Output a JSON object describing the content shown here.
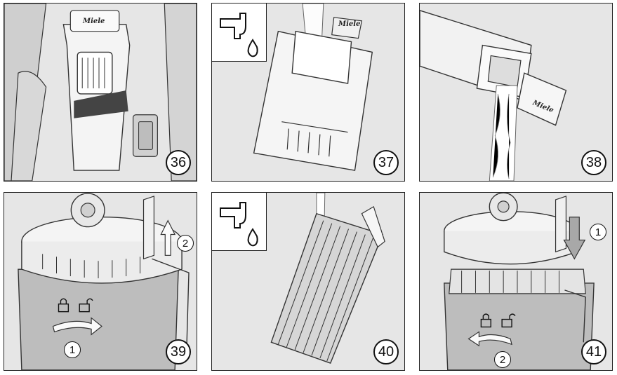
{
  "panels": [
    {
      "step": "36",
      "brand": "Miele"
    },
    {
      "step": "37",
      "brand": "Miele"
    },
    {
      "step": "38",
      "brand": "Miele"
    },
    {
      "step": "39",
      "sub_steps": [
        "1",
        "2"
      ]
    },
    {
      "step": "40"
    },
    {
      "step": "41",
      "sub_steps": [
        "1",
        "2"
      ]
    }
  ],
  "icons": [
    "tap-water-icon",
    "lock-closed-icon",
    "lock-open-icon",
    "arrow-up-icon",
    "arrow-down-icon",
    "arrow-right-icon",
    "arrow-left-icon"
  ],
  "colors": {
    "panel_bg": "#e6e6e6",
    "border": "#222222",
    "line": "#333333"
  }
}
